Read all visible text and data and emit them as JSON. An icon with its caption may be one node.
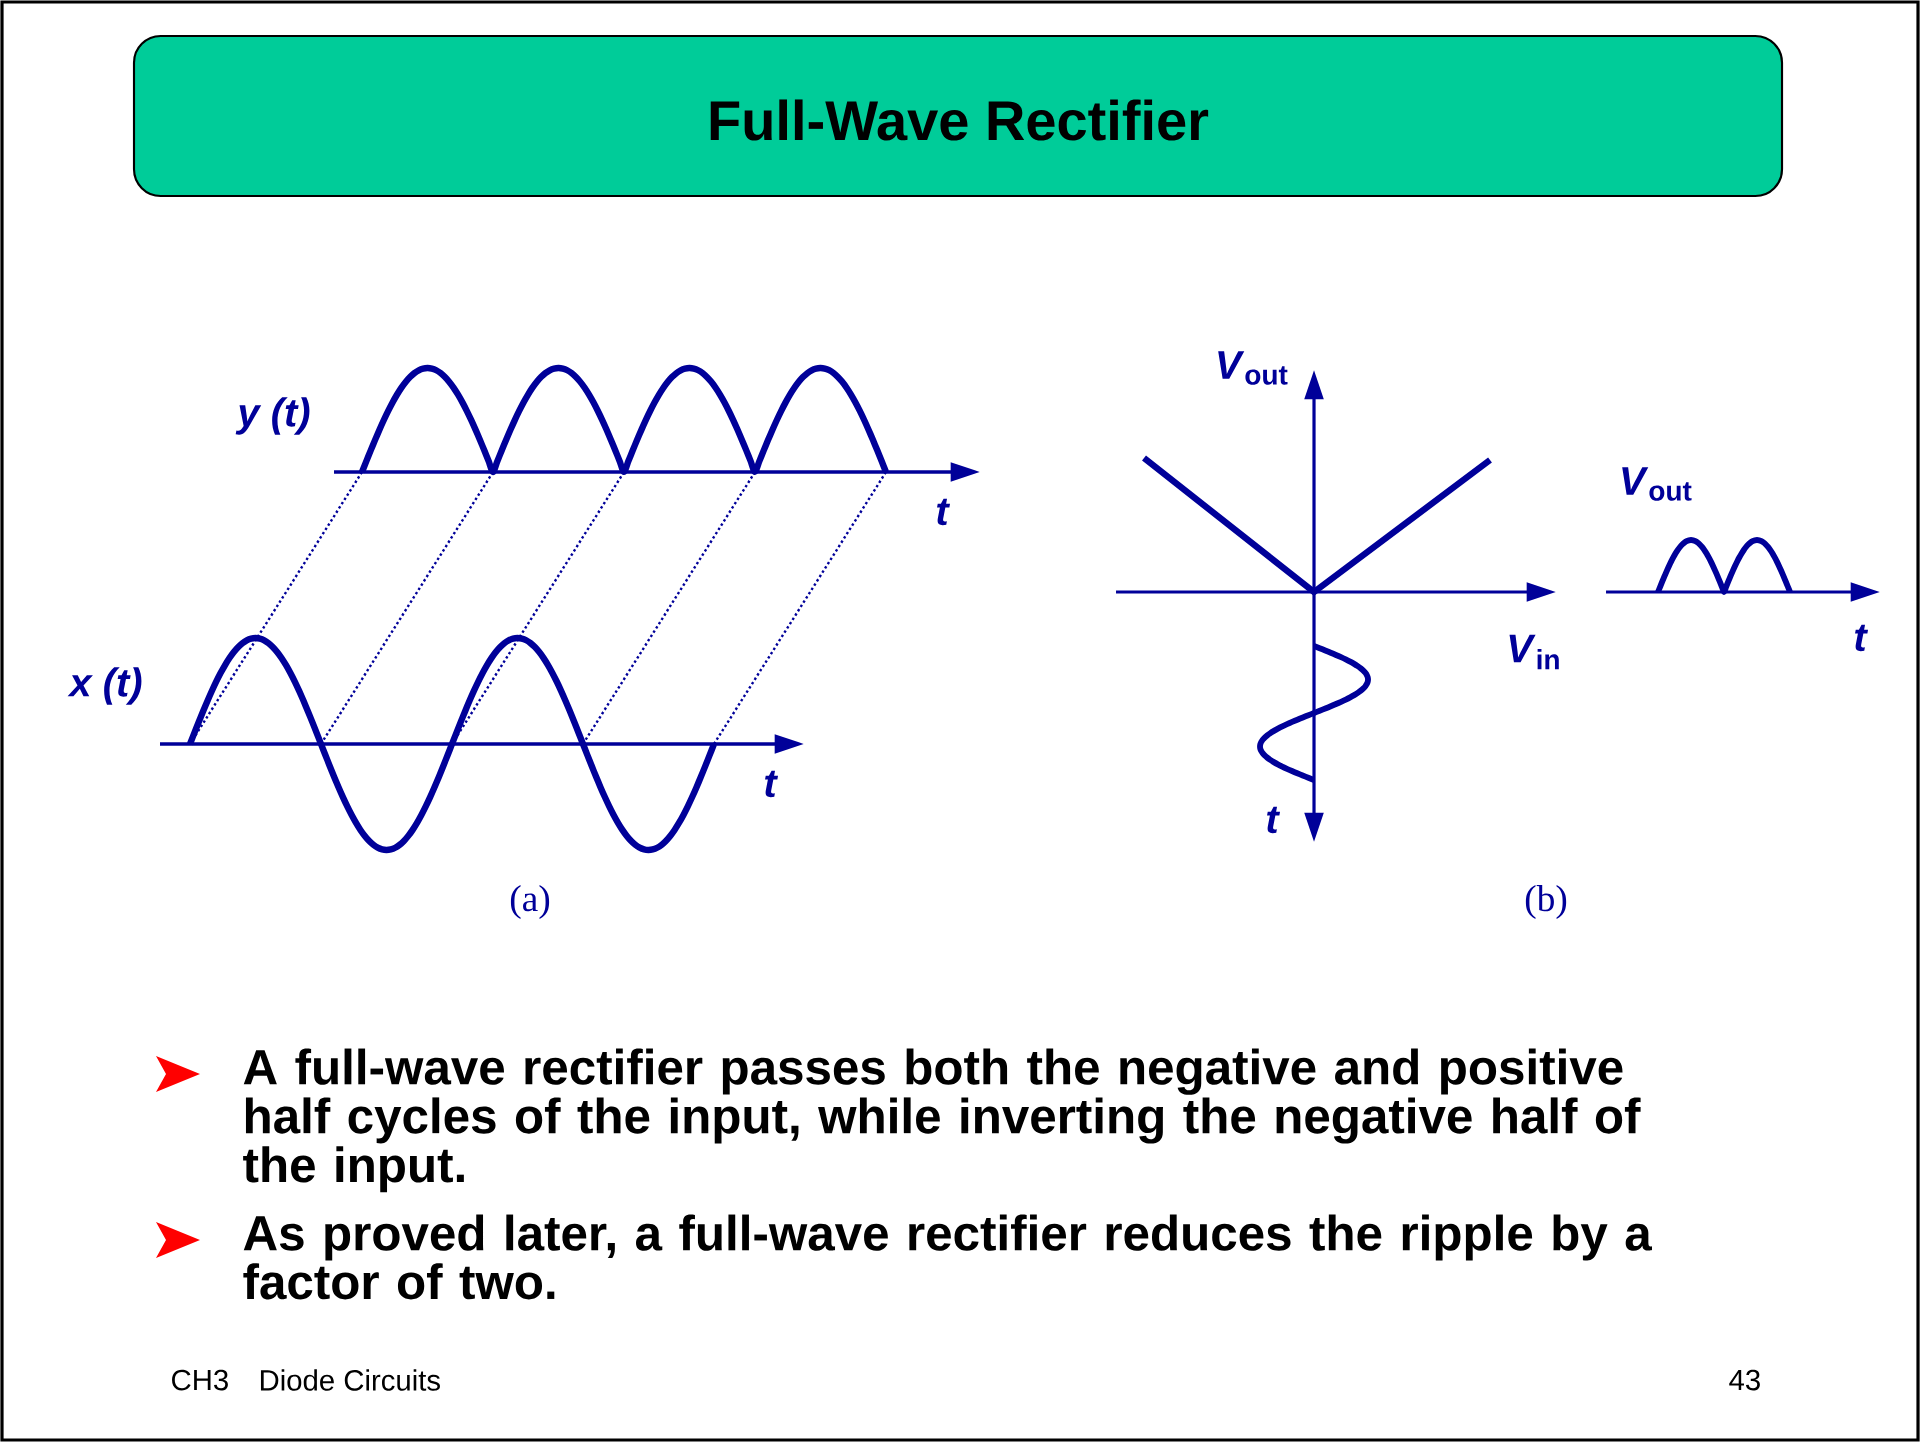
{
  "diagram": {
    "title": "Full-Wave Rectifier",
    "labels": [
      "y (t)",
      "t",
      "x (t)",
      "t",
      "(a)",
      "*V*$_{out}$",
      "*V*$_{in}$",
      "t",
      "*V*$_{out}$",
      "t",
      "(b)",
      "A full-wave rectifier passes both the negative and positive half cycles of the input, while inverting the negative half of the input.",
      "As proved later, a full-wave rectifier reduces the ripple by a factor of two.",
      "CH3",
      "Diode Circuits",
      "43"
    ]
  }
}
